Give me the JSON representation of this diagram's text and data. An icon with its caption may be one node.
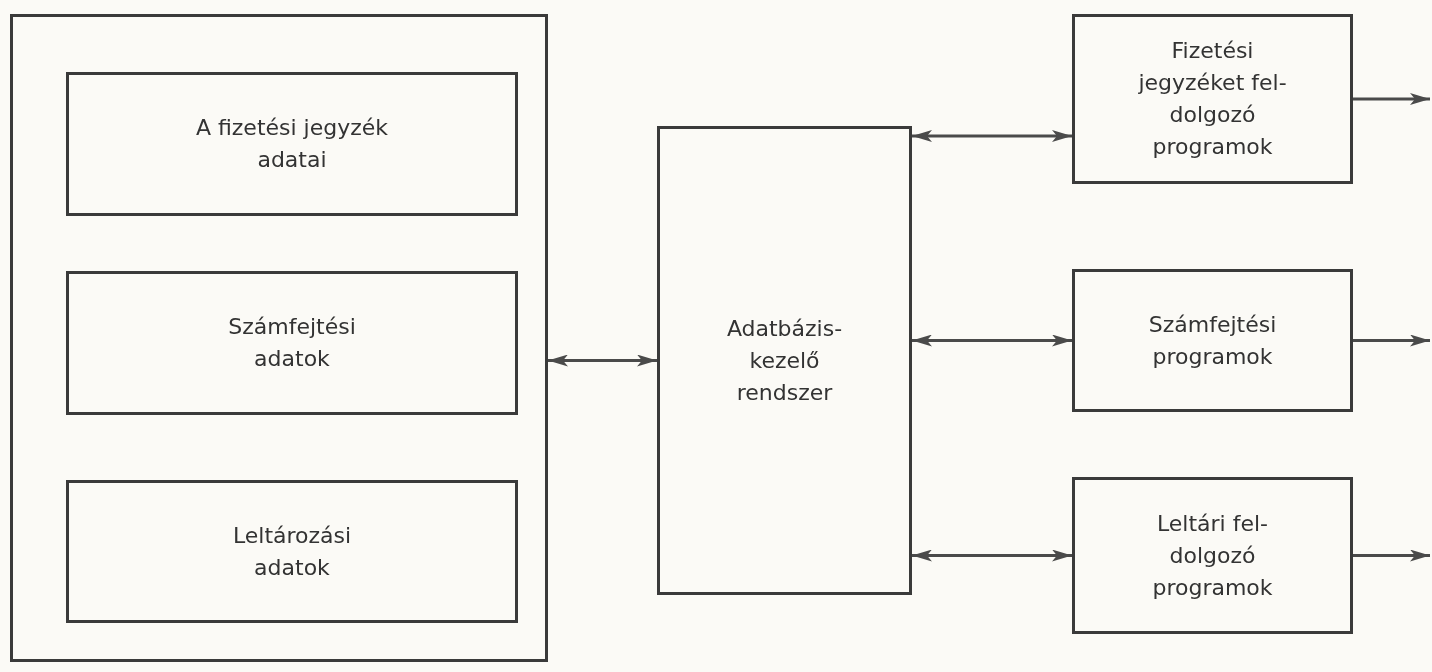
{
  "diagram": {
    "nodes": [
      {
        "text": [],
        "shape": "box"
      },
      {
        "text": [
          "A fizetési jegyzék adatai"
        ],
        "in": 0
      },
      {
        "text": [
          "Számfejtési adatok"
        ],
        "in": 0
      },
      {
        "text": [
          "Leltározási adatok"
        ],
        "in": 0
      },
      {
        "text": [
          "Adatbázis- kezelő rendszer"
        ]
      },
      {
        "text": [
          "Fizetési jegyzéket fel- dolgozó programok"
        ]
      },
      {
        "text": [
          "Számfejtési programok"
        ]
      },
      {
        "text": [
          "Leltári fel- dolgozó programok"
        ]
      }
    ],
    "edges": [
      {
        "from": 0,
        "to": 4,
        "arrow": "both"
      },
      {
        "from": 4,
        "to": 5,
        "arrow": "both"
      },
      {
        "from": 4,
        "to": 6,
        "arrow": "both"
      },
      {
        "from": 4,
        "to": 7,
        "arrow": "both"
      },
      {
        "from": 5,
        "to": null,
        "arrow": "to"
      },
      {
        "from": 6,
        "to": null,
        "arrow": "to"
      },
      {
        "from": 7,
        "to": null,
        "arrow": "to"
      }
    ]
  }
}
